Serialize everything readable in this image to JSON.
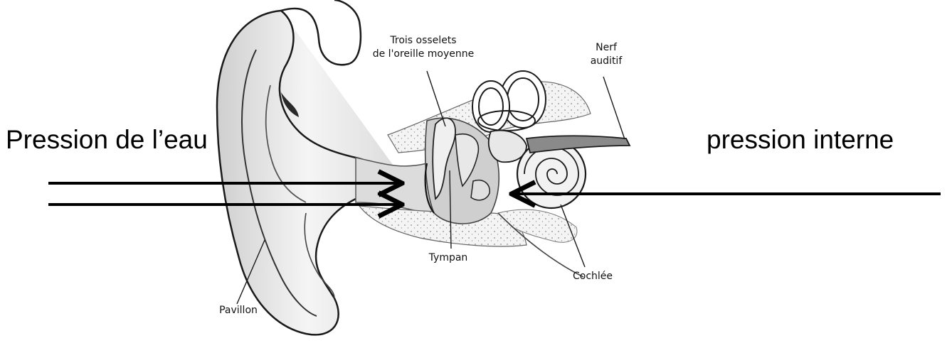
{
  "labels": {
    "water_pressure": "Pression de l’eau",
    "internal_pressure": "pression interne",
    "ossicles_line1": "Trois osselets",
    "ossicles_line2": "de l'oreille moyenne",
    "nerve_line1": "Nerf",
    "nerve_line2": "auditif",
    "eardrum": "Tympan",
    "cochlea": "Cochlée",
    "pinna": "Pavillon"
  },
  "colors": {
    "ink": "#1a1a1a",
    "arrow": "#000000",
    "bone": "#f2f2f2",
    "shade": "#bdbdbd",
    "canal": "#d9d9d9"
  }
}
